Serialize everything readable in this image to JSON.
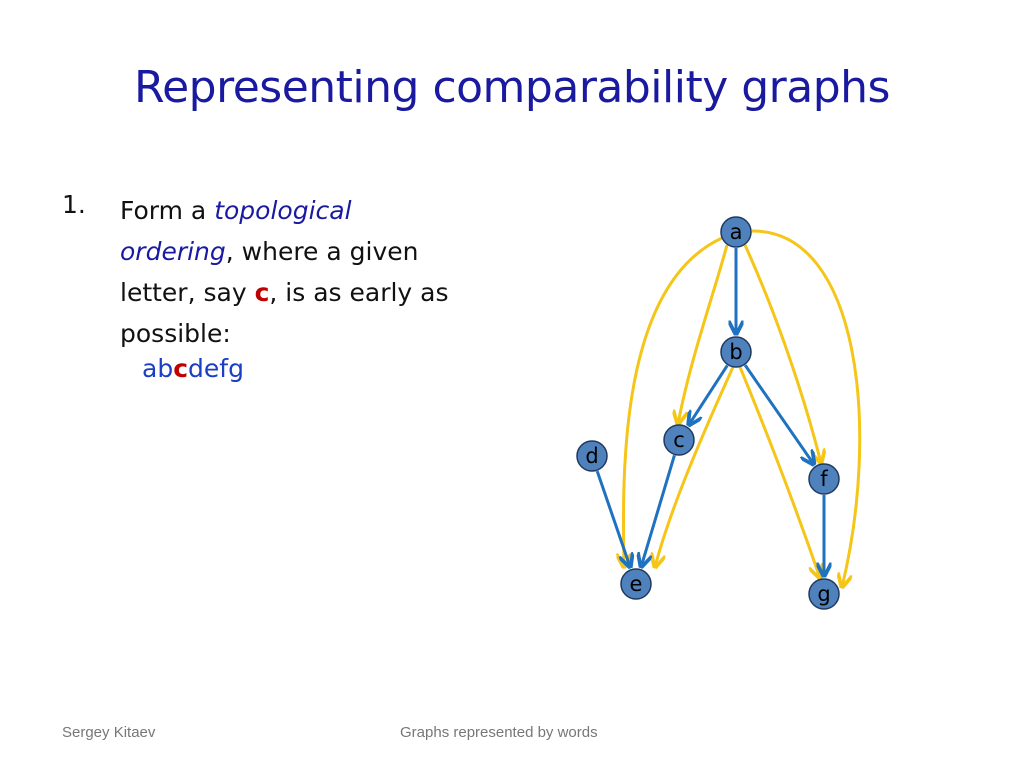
{
  "slide": {
    "title": "Representing comparability graphs",
    "list_number": "1.",
    "text_form_a": "Form a ",
    "text_topological": "topological",
    "text_ordering": "ordering",
    "text_where": ", where a given letter, say ",
    "text_c": "c",
    "text_early": ", is as early as possible:",
    "ordering_before": "ab",
    "ordering_c": "c",
    "ordering_after": "defg"
  },
  "diagram": {
    "colors": {
      "node_fill": "#4f81bd",
      "node_stroke": "#1f3a5f",
      "blue_edge": "#1f72c0",
      "yellow_edge": "#f5c518"
    },
    "nodes": [
      "a",
      "b",
      "c",
      "d",
      "e",
      "f",
      "g"
    ],
    "blue_edges": [
      [
        "a",
        "b"
      ],
      [
        "b",
        "c"
      ],
      [
        "b",
        "f"
      ],
      [
        "c",
        "e"
      ],
      [
        "d",
        "e"
      ],
      [
        "f",
        "g"
      ]
    ],
    "yellow_edges": [
      [
        "a",
        "c"
      ],
      [
        "a",
        "e"
      ],
      [
        "a",
        "f"
      ],
      [
        "a",
        "g"
      ],
      [
        "b",
        "e"
      ],
      [
        "b",
        "g"
      ]
    ]
  },
  "footer": {
    "author": "Sergey Kitaev",
    "title": "Graphs represented by words"
  }
}
